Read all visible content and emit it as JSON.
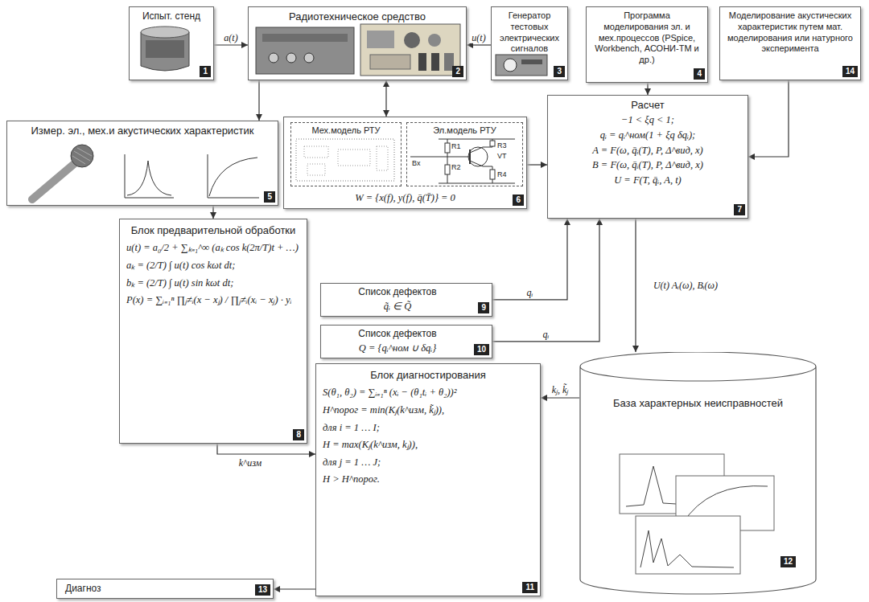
{
  "diagram": {
    "nodes": [
      {
        "text": [
          "Испыт. стенд",
          "1"
        ]
      },
      {
        "text": [
          "Радиотехническое средство",
          "2"
        ]
      },
      {
        "text": [
          "Генератор тестовых электрических сигналов",
          "3"
        ]
      },
      {
        "text": [
          "Программа моделирования эл. и мех.процессов (PSpice, Workbench, АСОНИ-ТМ и др.)",
          "4"
        ]
      },
      {
        "text": [
          "Моделирование акустических характеристик путем мат. моделирования или натурного эксперимента",
          "14"
        ]
      },
      {
        "text": [
          "Измер. эл., мех.и акустических характеристик",
          "5"
        ]
      },
      {
        "text": [
          "W = {x(f), y(f), q̄(T̄)} = 0",
          "6"
        ]
      },
      {
        "text": [
          "Мех.модель РТУ"
        ],
        "in": 6
      },
      {
        "text": [
          "Эл.модель РТУ"
        ],
        "in": 6
      },
      {
        "text": [
          "Расчет",
          "−1 < ξq < 1;",
          "qᵢ = qᵢ^ном(1 + ξq δqᵢ);",
          "A = F(ω, q̄ᵢ(T), P, Δ^вид, x)",
          "B = F(ω, q̄ᵢ(T), P, Δ^вид, x)",
          "U = F(T, q̄ᵢ, A, t)",
          "7"
        ]
      },
      {
        "text": [
          "Блок предварительной обработки",
          "u(t) = a₀/2 + ∑ₖ₌₁^∞ (aₖ cos k(2π/T)t + …)",
          "aₖ = (2/T) ∫ u(t) cos kωt dt;",
          "bₖ = (2/T) ∫ u(t) sin kωt dt;",
          "P(x) = ∑ᵢ₌₁ⁿ ∏ⱼ≠ᵢ(x − xⱼ) / ∏ⱼ≠ᵢ(xᵢ − xⱼ) · yᵢ",
          "8"
        ]
      },
      {
        "text": [
          "Список дефектов",
          "q̃ᵢ ∈ Q̃",
          "9"
        ]
      },
      {
        "text": [
          "Список дефектов",
          "Q = {qᵢ^ном ∪ δqᵢ}",
          "10"
        ]
      },
      {
        "text": [
          "Блок диагностирования",
          "S(θ₁, θ₂) = ∑ᵢ₌₁ⁿ (xᵢ − (θ₁tᵢ + θ₂))²",
          "H^порог = min(Kⱼ(k^изм, k̃ⱼ)),",
          "для i = 1 … I;",
          "H = max(Kⱼ(k^изм, kⱼ)),",
          "для j = 1 … J;",
          "H > H^порог.",
          "11"
        ]
      },
      {
        "text": [
          "База характерных неисправностей",
          "12"
        ]
      },
      {
        "text": [
          "Диагноз",
          "13"
        ]
      }
    ],
    "edges": [
      {
        "from": 0,
        "to": 1,
        "arrow": "to",
        "label": "a(t)"
      },
      {
        "from": 2,
        "to": 1,
        "arrow": "to",
        "label": "u(t)"
      },
      {
        "from": 1,
        "to": 5,
        "arrow": "to"
      },
      {
        "from": 1,
        "to": 6,
        "arrow": "both"
      },
      {
        "from": 3,
        "to": 9,
        "arrow": "to"
      },
      {
        "from": 4,
        "to": 9,
        "arrow": "to"
      },
      {
        "from": 6,
        "to": 9,
        "arrow": "to"
      },
      {
        "from": 5,
        "to": 10,
        "arrow": "to"
      },
      {
        "from": 11,
        "to": 9,
        "arrow": "to",
        "label": "qᵢ"
      },
      {
        "from": 12,
        "to": 9,
        "arrow": "to",
        "label": "qᵢ"
      },
      {
        "from": 9,
        "to": 14,
        "arrow": "to",
        "label": "U(t) Aᵢ(ω), Bᵢ(ω)"
      },
      {
        "from": 14,
        "to": 13,
        "arrow": "to",
        "label": "kⱼ, k̃ⱼ"
      },
      {
        "from": 10,
        "to": 13,
        "arrow": "to",
        "label": "k^изм"
      },
      {
        "from": 13,
        "to": 15,
        "arrow": "to"
      }
    ],
    "labels": [
      "R1",
      "R3",
      "VT",
      "R2",
      "R4",
      "Вх"
    ]
  }
}
